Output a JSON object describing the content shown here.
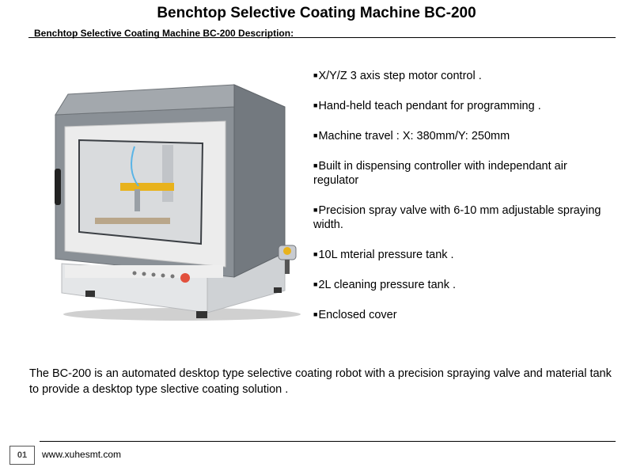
{
  "title": "Benchtop Selective Coating Machine BC-200",
  "subtitle": "Benchtop Selective Coating Machine BC-200 Description:",
  "bullet_glyph": "■",
  "features": [
    "X/Y/Z 3 axis  step motor control .",
    "Hand-held teach pendant for programming .",
    "Machine travel : X: 380mm/Y: 250mm",
    "Built in dispensing controller with independant air regulator",
    "Precision  spray valve with 6-10 mm adjustable spraying width.",
    "10L mterial pressure tank  .",
    "2L cleaning pressure tank  .",
    "Enclosed cover"
  ],
  "description": "The BC-200 is an automated desktop type selective coating robot with a precision  spraying valve and material  tank to provide a desktop type slective coating  solution .",
  "footer": {
    "page_number": "01",
    "website": "www.xuhesmt.com"
  },
  "colors": {
    "cabinet": "#8a9096",
    "frame": "#ececec",
    "accent_yellow": "#e8b21c",
    "base": "#e4e6e8"
  }
}
